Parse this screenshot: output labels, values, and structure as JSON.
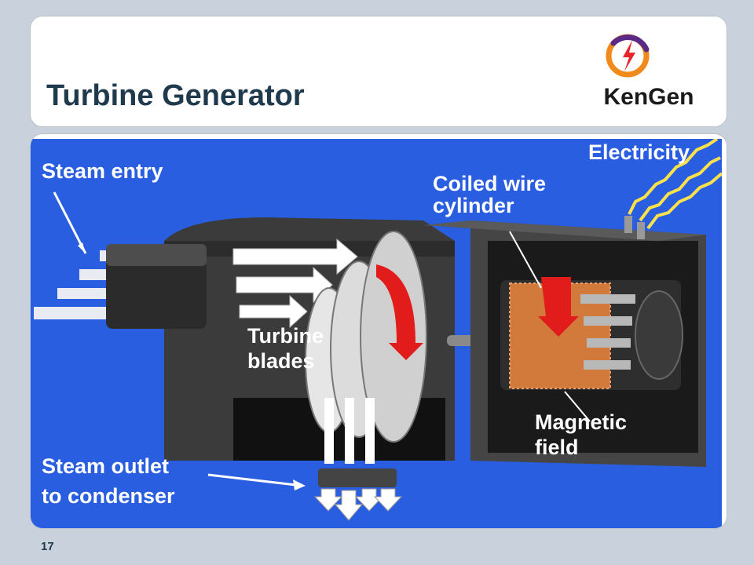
{
  "slide": {
    "title": "Turbine Generator",
    "page_number": "17"
  },
  "logo": {
    "text": "KenGen",
    "icon": "lightning-bolt-icon",
    "colors": {
      "ring_orange": "#f08a1c",
      "ring_purple": "#5b2a86",
      "bolt": "#e6252a"
    }
  },
  "diagram": {
    "background_color": "#2a5ee0",
    "labels": {
      "steam_entry": "Steam entry",
      "coiled_wire_1": "Coiled wire",
      "coiled_wire_2": "cylinder",
      "electricity": "Electricity",
      "turbine_1": "Turbine",
      "turbine_2": "blades",
      "magnetic_1": "Magnetic",
      "magnetic_2": "field",
      "outlet_1": "Steam outlet",
      "outlet_2": "to condenser"
    }
  }
}
